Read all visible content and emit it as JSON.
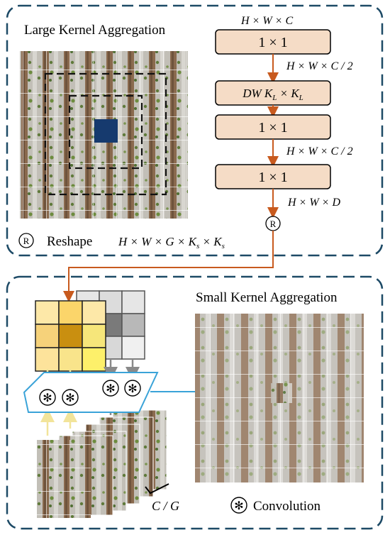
{
  "top_panel": {
    "title": "Large Kernel Aggregation",
    "dims_input": "H × W  × C",
    "op1": "1 × 1",
    "dims_1": "H × W  × C / 2",
    "op2": "DW K",
    "op2_sub1": "L",
    "op2_mid": " × K",
    "op2_sub2": "L",
    "op3": "1 × 1",
    "dims_2": "H × W  × C / 2",
    "op4": "1 × 1",
    "dims_3": "H × W × D",
    "reshape_symbol": "®",
    "reshape_label": "Reshape",
    "reshape_dims": "H × W × G × K",
    "reshape_sub1": "s",
    "reshape_mid": " × K",
    "reshape_sub2": "s"
  },
  "bottom_panel": {
    "title": "Small Kernel Aggregation",
    "group_label": "C / G",
    "conv_symbol": "⊛",
    "conv_legend": "Convolution"
  },
  "colors": {
    "panel_border": "#1d4a66",
    "op_box_fill": "#f5dcc6",
    "arrow_orange": "#c85a1e",
    "highlight": "#163a6e",
    "arrow_blue": "#3aa3d8",
    "arrow_yellow": "#f2e49a",
    "arrow_grey": "#8a8a8a"
  },
  "kernel_colors": {
    "yellow": [
      "#fde8a8",
      "#fbd56a",
      "#fde8a8",
      "#f6d27a",
      "#c98f10",
      "#f6e67a",
      "#fde39b",
      "#f9e48b",
      "#fdf06a"
    ],
    "grey": [
      "#e6e6e6",
      "#dcdcdc",
      "#e6e6e6",
      "#a8a8a8",
      "#7a7a7a",
      "#b8b8b8",
      "#e3e3e3",
      "#d8d8d8",
      "#f0f0f0"
    ]
  }
}
